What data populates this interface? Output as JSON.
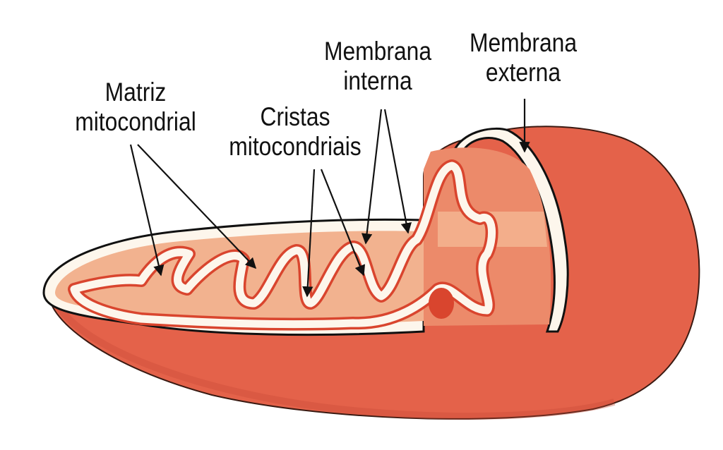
{
  "diagram": {
    "subject": "mitochondrion cross-section",
    "colors": {
      "outer_surface": "#e4624a",
      "outer_surface_dark": "#c94a36",
      "matrix": "#f2b28f",
      "matrix_light": "#f7cfae",
      "membrane_white": "#fdf6ec",
      "cristae_edge": "#d9452e",
      "outline": "#111111",
      "arrow": "#111111"
    },
    "labels": [
      {
        "id": "matriz",
        "lines": [
          "Matriz",
          "mitocondrial"
        ]
      },
      {
        "id": "cristas",
        "lines": [
          "Cristas",
          "mitocondriais"
        ]
      },
      {
        "id": "interna",
        "lines": [
          "Membrana",
          "interna"
        ]
      },
      {
        "id": "externa",
        "lines": [
          "Membrana",
          "externa"
        ]
      }
    ]
  }
}
